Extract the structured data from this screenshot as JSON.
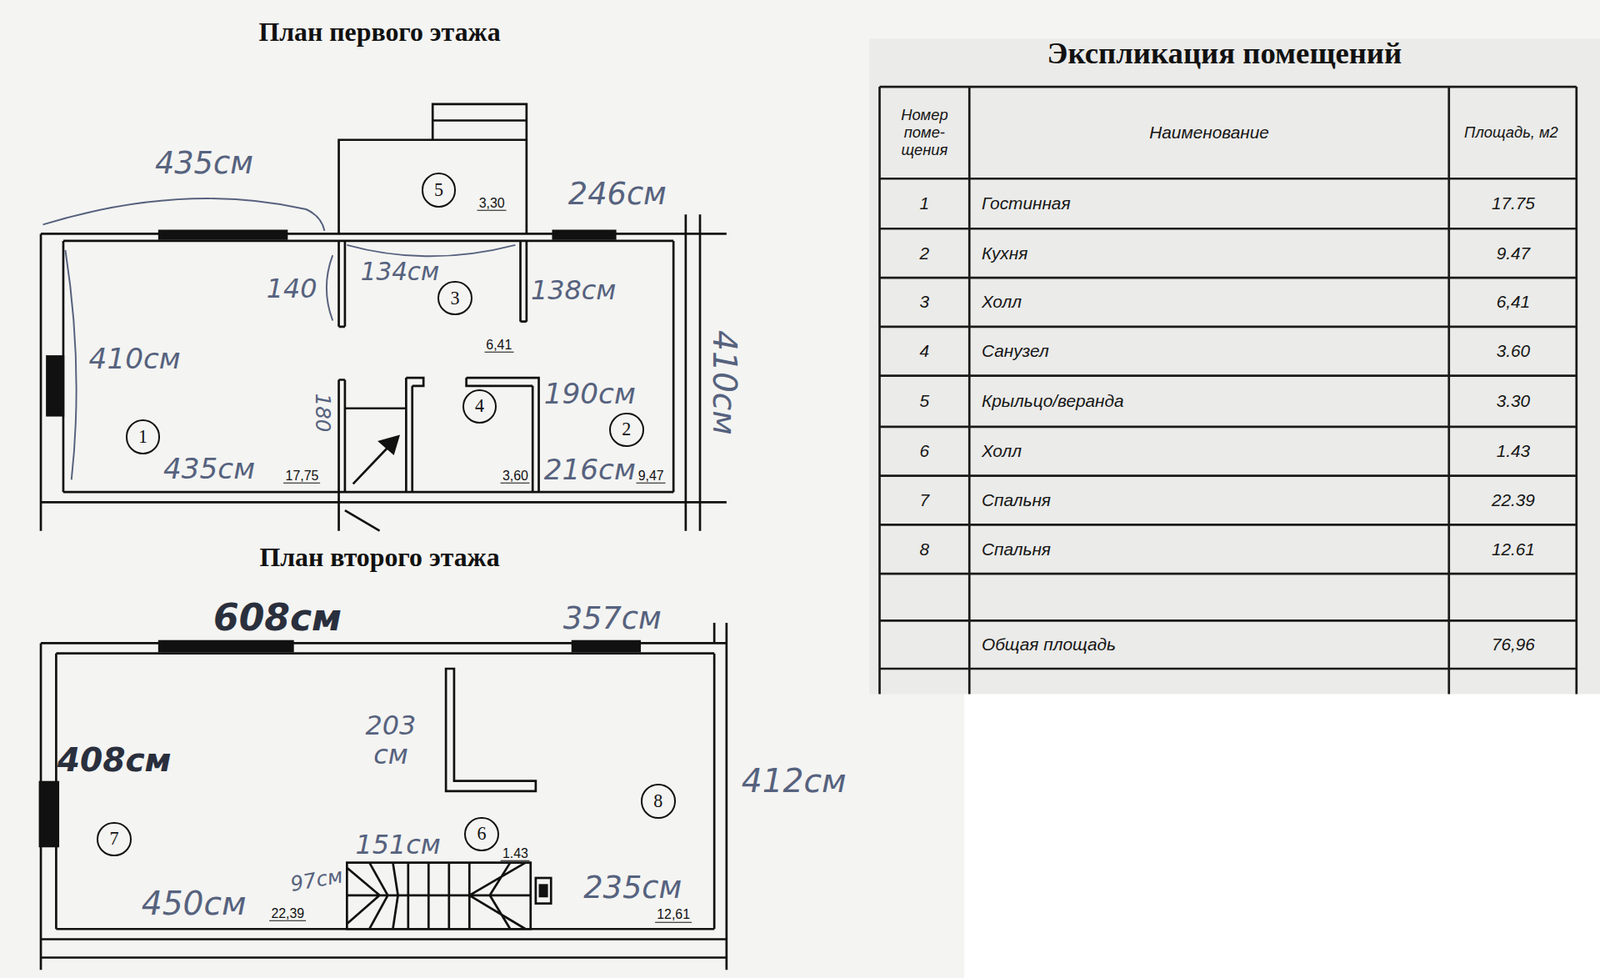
{
  "diagram": {
    "nodes": [
      {
        "text": [
          "1"
        ]
      },
      {
        "text": [
          "2"
        ]
      },
      {
        "text": [
          "3"
        ]
      },
      {
        "text": [
          "4"
        ]
      },
      {
        "text": [
          "5"
        ]
      },
      {
        "text": [
          "6"
        ]
      },
      {
        "text": [
          "7"
        ]
      },
      {
        "text": [
          "8"
        ]
      }
    ],
    "labels": [
      "План первого этажа",
      "435см",
      "3,30",
      "246см",
      "140",
      "134см",
      "138см",
      "6,41",
      "410см",
      "410см",
      "180",
      "190см",
      "435см",
      "17,75",
      "3,60",
      "216см",
      "9,47",
      "План второго этажа",
      "608см",
      "357см",
      "408см",
      "203 см",
      "412см",
      "151см",
      "1.43",
      "97см",
      "450см",
      "22,39",
      "235см",
      "12,61",
      "Экспликация помещений",
      "Номер поме- щения",
      "Наименование",
      "Площадь, м2",
      "1",
      "Гостинная",
      "17.75",
      "2",
      "Кухня",
      "9.47",
      "3",
      "Холл",
      "6,41",
      "4",
      "Санузел",
      "3.60",
      "5",
      "Крыльцо/веранда",
      "3.30",
      "6",
      "Холл",
      "1.43",
      "7",
      "Спальня",
      "22.39",
      "8",
      "Спальня",
      "12.61",
      "Общая площадь",
      "76,96"
    ]
  }
}
